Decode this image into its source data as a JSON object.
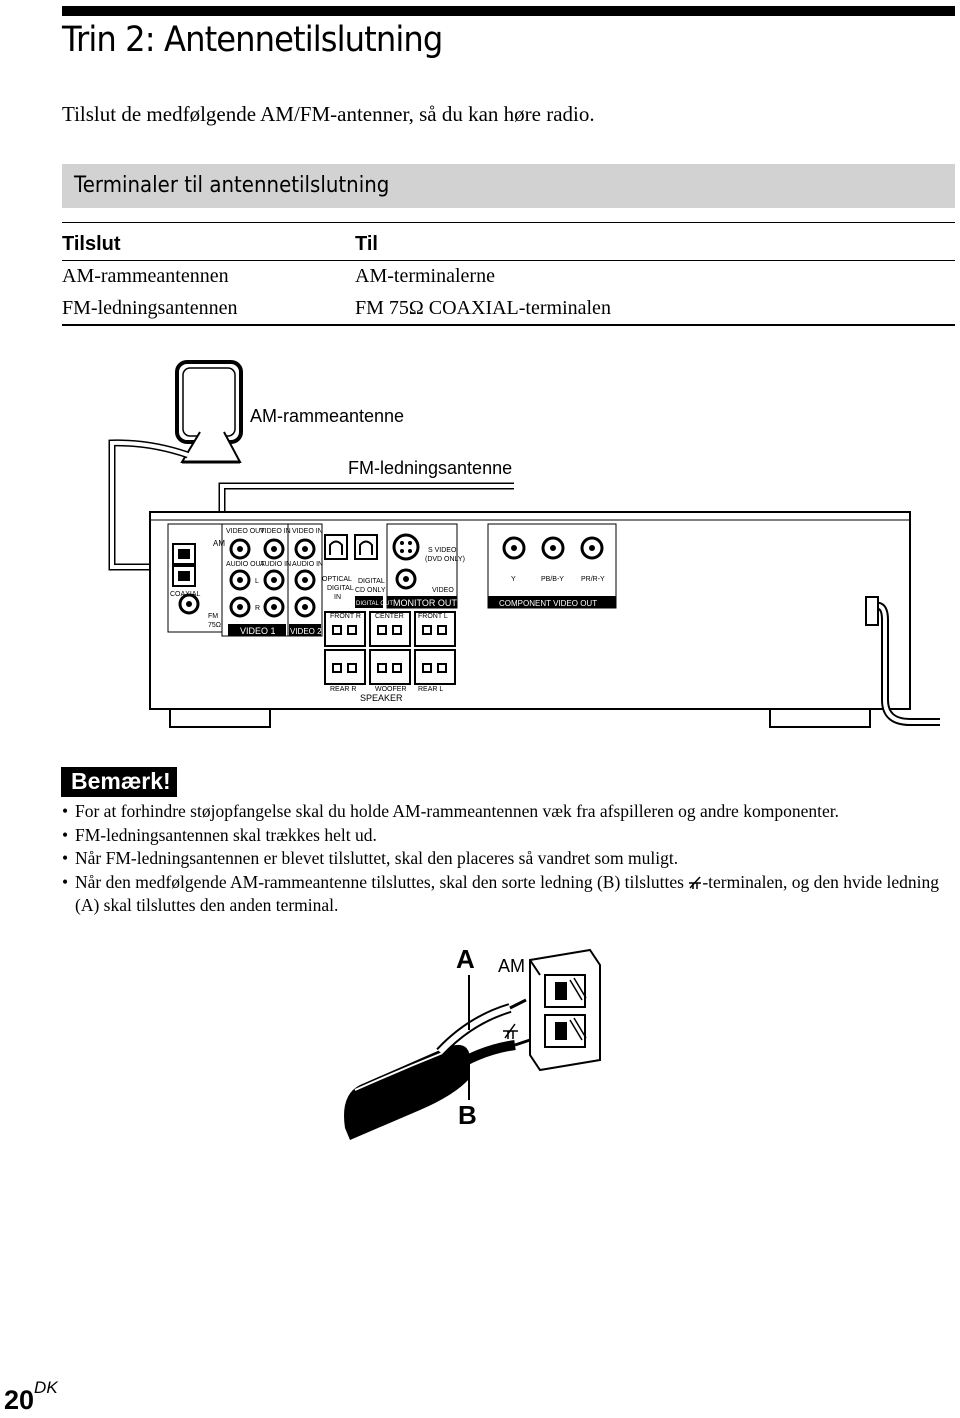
{
  "page": {
    "title": "Trin 2: Antennetilslutning",
    "intro": "Tilslut de medfølgende AM/FM-antenner, så du kan høre radio."
  },
  "section": {
    "title": "Terminaler til antennetilslutning",
    "table": {
      "headers": [
        "Tilslut",
        "Til"
      ],
      "rows": [
        [
          "AM-rammeantennen",
          "AM-terminalerne"
        ],
        [
          "FM-ledningsantennen",
          "FM 75Ω COAXIAL-terminalen"
        ]
      ]
    }
  },
  "figure": {
    "am_label": "AM-rammeantenne",
    "fm_label": "FM-ledningsantenne",
    "panel": {
      "am": "AM",
      "coaxial": "COAXIAL",
      "fm": "FM",
      "ohm": "75Ω",
      "video_out": "VIDEO OUT",
      "video_in": "VIDEO IN",
      "audio_out": "AUDIO OUT",
      "audio_in": "AUDIO IN",
      "video_in_2": "VIDEO IN",
      "audio_in_2": "AUDIO IN",
      "l": "L",
      "r": "R",
      "video1": "VIDEO 1",
      "video2": "VIDEO 2",
      "optical": "OPTICAL",
      "digital": "DIGITAL",
      "in": "IN",
      "digital_cd": "DIGITAL",
      "cd_only": "CD ONLY",
      "digital_out": "DIGITAL OUT",
      "s_video": "S VIDEO",
      "dvd_only": "(DVD ONLY)",
      "video": "VIDEO",
      "monitor_out": "MONITOR OUT",
      "y": "Y",
      "pb": "PB/B-Y",
      "pr": "PR/R-Y",
      "component": "COMPONENT VIDEO OUT",
      "front_r": "FRONT R",
      "center": "CENTER",
      "front_l": "FRONT L",
      "rear_r": "REAR R",
      "woofer": "WOOFER",
      "rear_l": "REAR L",
      "speaker": "SPEAKER"
    }
  },
  "notes": {
    "badge": "Bemærk!",
    "items": [
      "For at forhindre støjopfangelse skal du holde AM-rammeantennen væk fra afspilleren og andre komponenter.",
      "FM-ledningsantennen skal trækkes helt ud.",
      "Når FM-ledningsantennen er blevet tilsluttet, skal den placeres så vandret som muligt."
    ],
    "last_part1": "Når den medfølgende AM-rammeantenne tilsluttes, skal den sorte ledning (B) tilsluttes ",
    "last_part2": "-terminalen, og den hvide ledning (A) skal tilsluttes den anden terminal."
  },
  "detail": {
    "label_a": "A",
    "label_b": "B",
    "am": "AM"
  },
  "footer": {
    "page_number": "20",
    "suffix": "DK"
  }
}
